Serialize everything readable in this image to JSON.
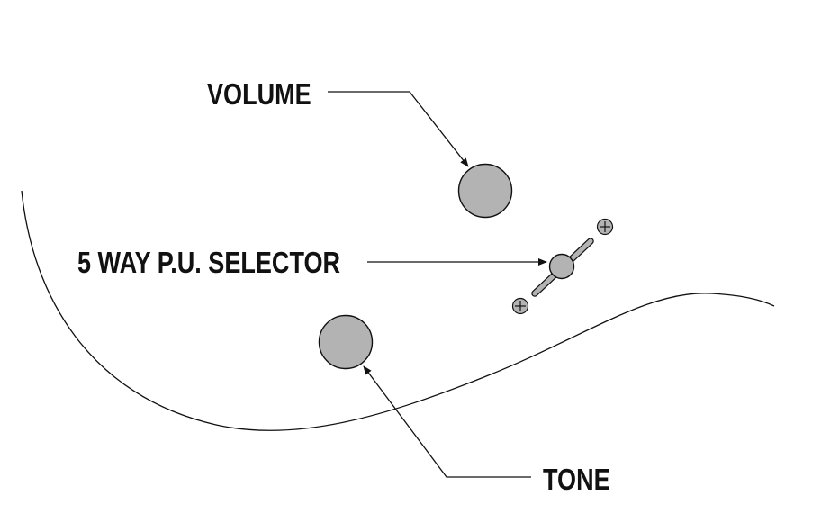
{
  "labels": {
    "volume": "VOLUME",
    "selector": "5 WAY P.U. SELECTOR",
    "tone": "TONE"
  },
  "colors": {
    "knob_fill": "#b3b3b3",
    "line": "#111111",
    "background": "#ffffff"
  }
}
